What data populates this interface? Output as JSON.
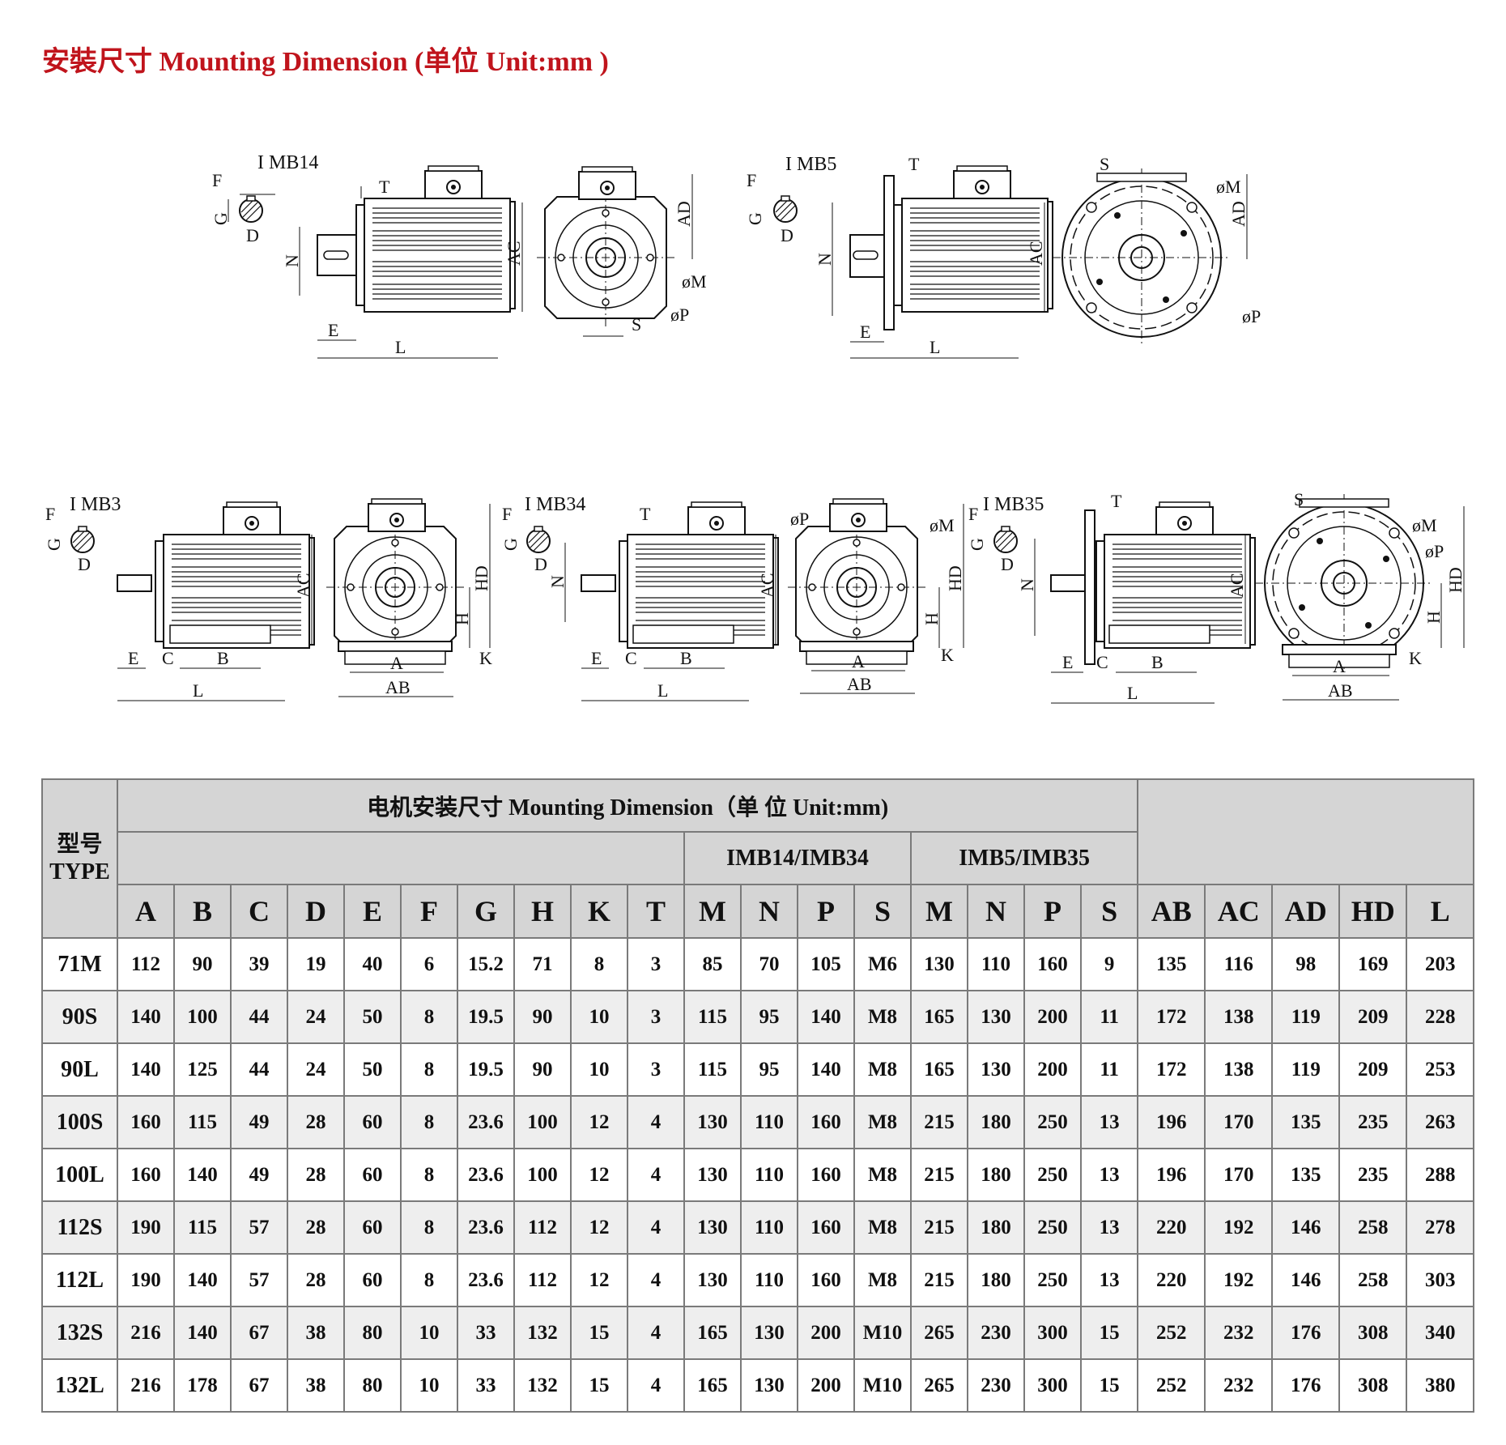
{
  "title": "安裝尺寸 Mounting Dimension (单位 Unit:mm )",
  "drawings": {
    "views": [
      {
        "id": "imb14",
        "label": "I MB14"
      },
      {
        "id": "imb5",
        "label": "I MB5"
      },
      {
        "id": "imb3",
        "label": "I MB3"
      },
      {
        "id": "imb34",
        "label": "I MB34"
      },
      {
        "id": "imb35",
        "label": "I MB35"
      }
    ],
    "dim_labels": {
      "F": "F",
      "G": "G",
      "D": "D",
      "N": "N",
      "E": "E",
      "L": "L",
      "T": "T",
      "AC": "AC",
      "AD": "AD",
      "M": "øM",
      "P": "øP",
      "S": "S",
      "C": "C",
      "B": "B",
      "A": "A",
      "AB": "AB",
      "H": "H",
      "HD": "HD",
      "K": "K"
    }
  },
  "table": {
    "type_header": [
      "型号",
      "TYPE"
    ],
    "main_header": "电机安装尺寸 Mounting Dimension（单  位  Unit:mm)",
    "group_imb14": "IMB14/IMB34",
    "group_imb5": "IMB5/IMB35",
    "columns": [
      "A",
      "B",
      "C",
      "D",
      "E",
      "F",
      "G",
      "H",
      "K",
      "T",
      "M",
      "N",
      "P",
      "S",
      "M",
      "N",
      "P",
      "S",
      "AB",
      "AC",
      "AD",
      "HD",
      "L"
    ],
    "rows": [
      {
        "type": "71M",
        "values": [
          "112",
          "90",
          "39",
          "19",
          "40",
          "6",
          "15.2",
          "71",
          "8",
          "3",
          "85",
          "70",
          "105",
          "M6",
          "130",
          "110",
          "160",
          "9",
          "135",
          "116",
          "98",
          "169",
          "203"
        ]
      },
      {
        "type": "90S",
        "values": [
          "140",
          "100",
          "44",
          "24",
          "50",
          "8",
          "19.5",
          "90",
          "10",
          "3",
          "115",
          "95",
          "140",
          "M8",
          "165",
          "130",
          "200",
          "11",
          "172",
          "138",
          "119",
          "209",
          "228"
        ]
      },
      {
        "type": "90L",
        "values": [
          "140",
          "125",
          "44",
          "24",
          "50",
          "8",
          "19.5",
          "90",
          "10",
          "3",
          "115",
          "95",
          "140",
          "M8",
          "165",
          "130",
          "200",
          "11",
          "172",
          "138",
          "119",
          "209",
          "253"
        ]
      },
      {
        "type": "100S",
        "values": [
          "160",
          "115",
          "49",
          "28",
          "60",
          "8",
          "23.6",
          "100",
          "12",
          "4",
          "130",
          "110",
          "160",
          "M8",
          "215",
          "180",
          "250",
          "13",
          "196",
          "170",
          "135",
          "235",
          "263"
        ]
      },
      {
        "type": "100L",
        "values": [
          "160",
          "140",
          "49",
          "28",
          "60",
          "8",
          "23.6",
          "100",
          "12",
          "4",
          "130",
          "110",
          "160",
          "M8",
          "215",
          "180",
          "250",
          "13",
          "196",
          "170",
          "135",
          "235",
          "288"
        ]
      },
      {
        "type": "112S",
        "values": [
          "190",
          "115",
          "57",
          "28",
          "60",
          "8",
          "23.6",
          "112",
          "12",
          "4",
          "130",
          "110",
          "160",
          "M8",
          "215",
          "180",
          "250",
          "13",
          "220",
          "192",
          "146",
          "258",
          "278"
        ]
      },
      {
        "type": "112L",
        "values": [
          "190",
          "140",
          "57",
          "28",
          "60",
          "8",
          "23.6",
          "112",
          "12",
          "4",
          "130",
          "110",
          "160",
          "M8",
          "215",
          "180",
          "250",
          "13",
          "220",
          "192",
          "146",
          "258",
          "303"
        ]
      },
      {
        "type": "132S",
        "values": [
          "216",
          "140",
          "67",
          "38",
          "80",
          "10",
          "33",
          "132",
          "15",
          "4",
          "165",
          "130",
          "200",
          "M10",
          "265",
          "230",
          "300",
          "15",
          "252",
          "232",
          "176",
          "308",
          "340"
        ]
      },
      {
        "type": "132L",
        "values": [
          "216",
          "178",
          "67",
          "38",
          "80",
          "10",
          "33",
          "132",
          "15",
          "4",
          "165",
          "130",
          "200",
          "M10",
          "265",
          "230",
          "300",
          "15",
          "252",
          "232",
          "176",
          "308",
          "380"
        ]
      }
    ]
  }
}
